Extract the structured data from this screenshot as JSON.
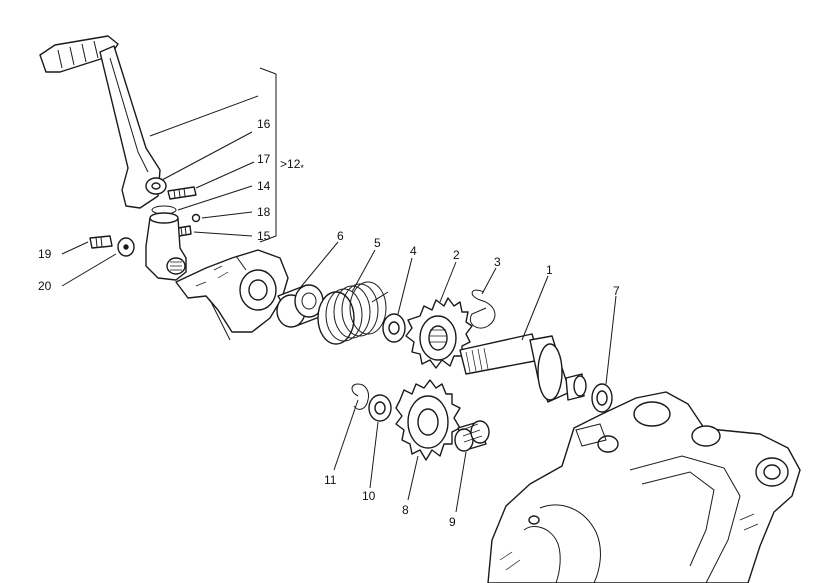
{
  "callouts": {
    "c1": "1",
    "c2": "2",
    "c3": "3",
    "c4": "4",
    "c5": "5",
    "c6": "6",
    "c7": "7",
    "c8": "8",
    "c9": "9",
    "c10": "10",
    "c11": "11",
    "c12": "12",
    "c12_mark": "*",
    "c14": "14",
    "c15": "15",
    "c16": "16",
    "c17": "17",
    "c18": "18",
    "c19": "19",
    "c20": "20"
  }
}
